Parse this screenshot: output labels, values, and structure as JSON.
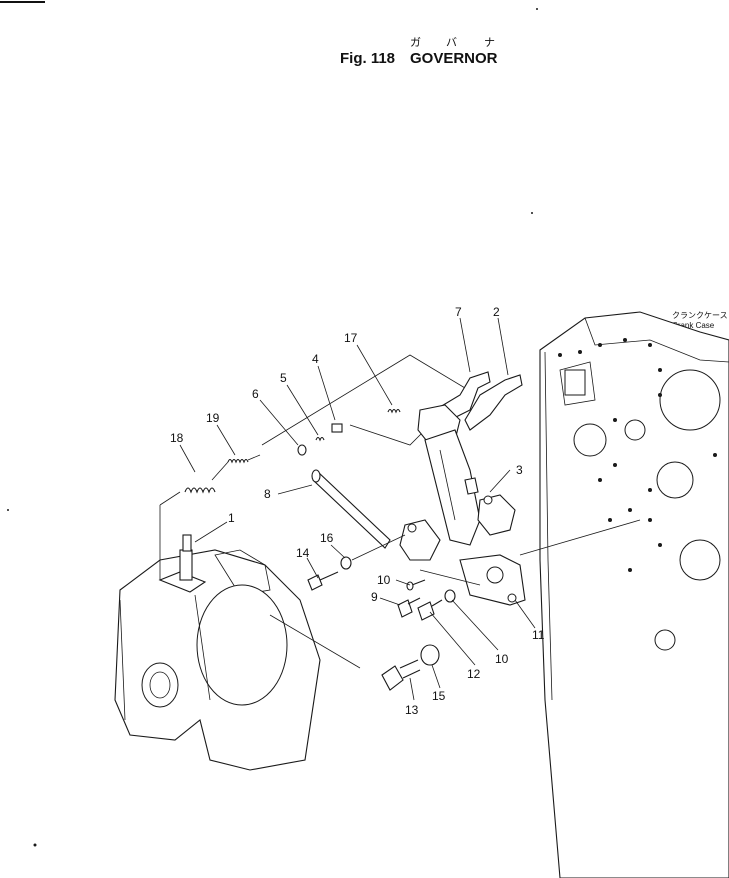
{
  "title": {
    "figure": "Fig. 118",
    "name": "GOVERNOR",
    "kana": [
      "ガ",
      "バ",
      "ナ"
    ]
  },
  "labels": {
    "crank_case_jp": "クランクケース",
    "crank_case_en": "Crank Case"
  },
  "callouts": [
    {
      "id": "c7",
      "text": "7"
    },
    {
      "id": "c2",
      "text": "2"
    },
    {
      "id": "c17",
      "text": "17"
    },
    {
      "id": "c4",
      "text": "4"
    },
    {
      "id": "c5",
      "text": "5"
    },
    {
      "id": "c6",
      "text": "6"
    },
    {
      "id": "c19",
      "text": "19"
    },
    {
      "id": "c18",
      "text": "18"
    },
    {
      "id": "c3",
      "text": "3"
    },
    {
      "id": "c8",
      "text": "8"
    },
    {
      "id": "c1",
      "text": "1"
    },
    {
      "id": "c16",
      "text": "16"
    },
    {
      "id": "c14",
      "text": "14"
    },
    {
      "id": "c10a",
      "text": "10"
    },
    {
      "id": "c9",
      "text": "9"
    },
    {
      "id": "c11",
      "text": "11"
    },
    {
      "id": "c10b",
      "text": "10"
    },
    {
      "id": "c12",
      "text": "12"
    },
    {
      "id": "c15",
      "text": "15"
    },
    {
      "id": "c13",
      "text": "13"
    }
  ]
}
